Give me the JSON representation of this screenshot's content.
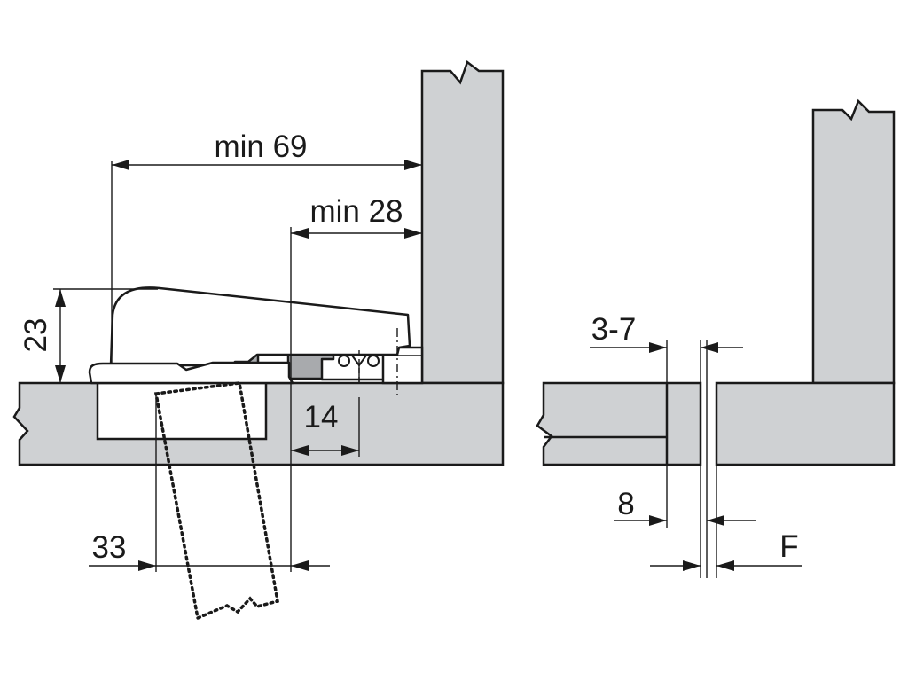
{
  "dimensions": {
    "min69": "min 69",
    "min28": "min 28",
    "height23": "23",
    "width14": "14",
    "width33": "33",
    "gap37": "3-7",
    "width8": "8",
    "overlayF": "F"
  },
  "colors": {
    "panel": "#cfd1d3",
    "hinge": "#ffffff",
    "plate": "#a8aaad",
    "line": "#1a1a1a"
  }
}
